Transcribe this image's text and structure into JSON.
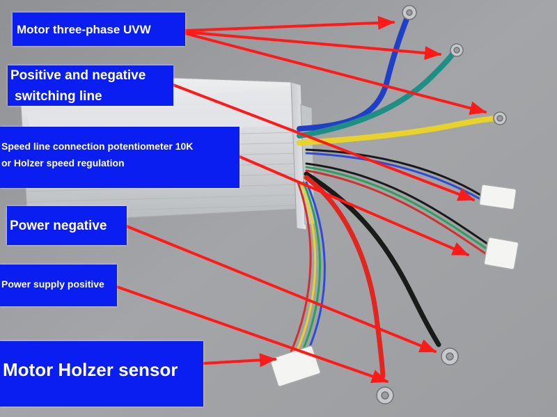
{
  "labels": {
    "motor_uvw": "Motor three-phase UVW",
    "switching_line_1": "Positive and negative",
    "switching_line_2": "switching line",
    "speed_line_1": "Speed line connection potentiometer 10K",
    "speed_line_2": "or Holzer speed regulation",
    "power_negative": "Power negative",
    "power_supply_positive": "Power supply positive",
    "hall_sensor": "Motor Holzer sensor"
  },
  "colors": {
    "label_background": "#0b1ef2",
    "label_text": "#ffffff",
    "arrow": "#ff1a1a",
    "wire_blue": "#1f3fc8",
    "wire_green": "#1f8f86",
    "wire_yellow": "#e8d32a",
    "wire_red": "#e0261f",
    "wire_black": "#1a1a1a",
    "controller_body": "#d6d8da"
  },
  "photo_subject": "brushless-motor-controller-with-wires"
}
